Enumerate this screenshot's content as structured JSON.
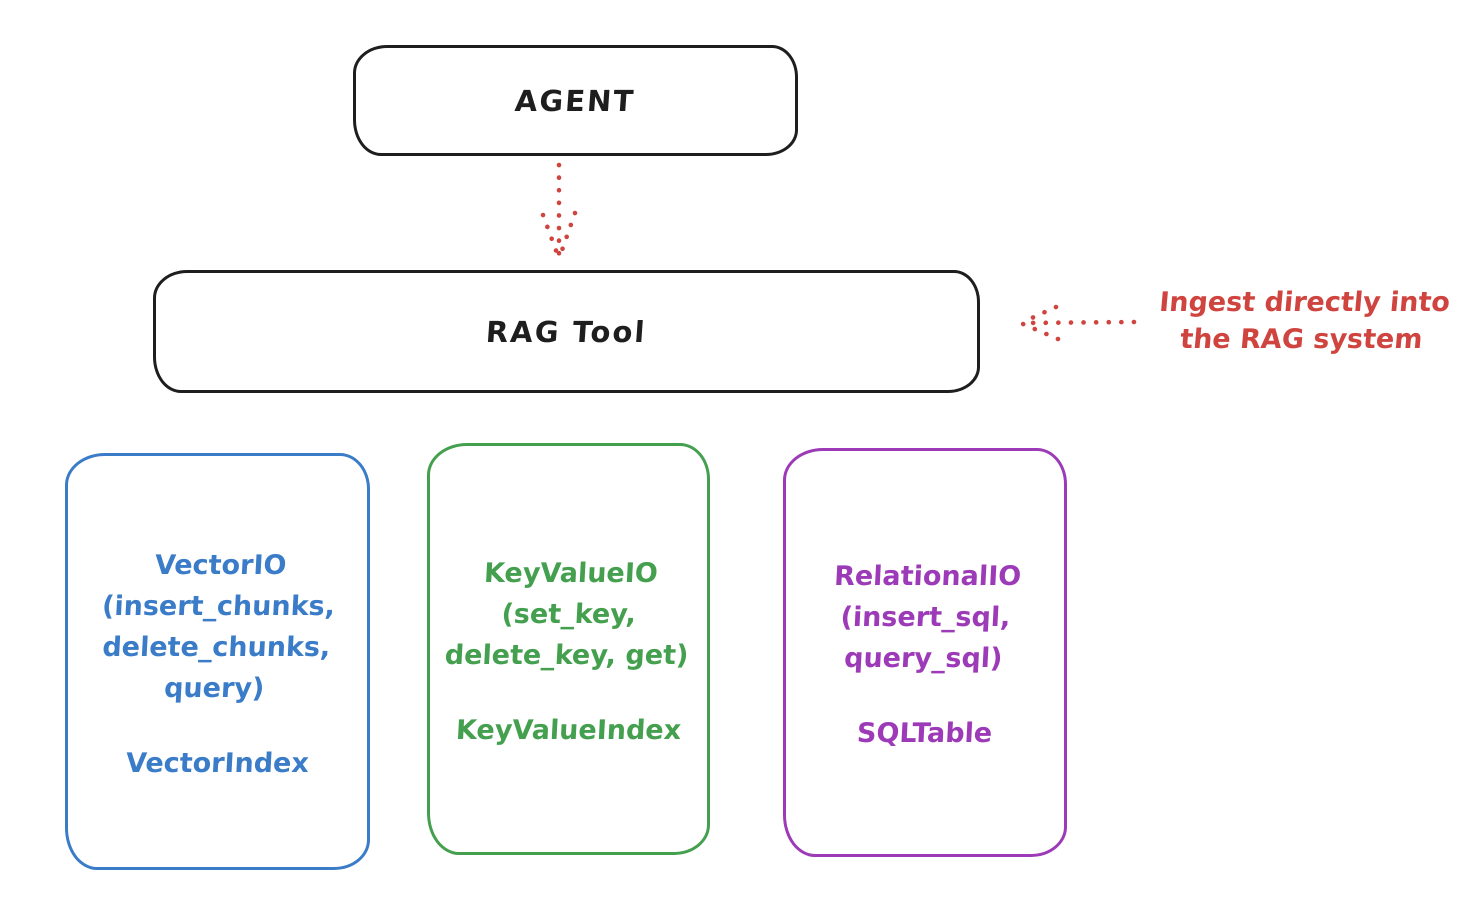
{
  "diagram": {
    "agent": {
      "label": "AGENT"
    },
    "rag_tool": {
      "label": "RAG Tool"
    },
    "annotation": {
      "text": "Ingest directly into\nthe RAG system",
      "color": "#d0443f"
    },
    "arrows": [
      {
        "id": "agent-to-rag-tool",
        "style": "dotted",
        "direction": "down",
        "color": "#d0443f"
      },
      {
        "id": "annotation-to-rag-tool",
        "style": "dotted",
        "direction": "left",
        "color": "#d0443f"
      }
    ],
    "providers": [
      {
        "id": "vector-io",
        "methods": "VectorIO\n(insert_chunks,\ndelete_chunks,\nquery)",
        "index": "VectorIndex",
        "color": "#3b7cc9"
      },
      {
        "id": "keyvalue-io",
        "methods": "KeyValueIO\n(set_key,\ndelete_key, get)",
        "index": "KeyValueIndex",
        "color": "#44a04f"
      },
      {
        "id": "relational-io",
        "methods": "RelationalIO\n(insert_sql,\nquery_sql)",
        "index": "SQLTable",
        "color": "#9c3ab8"
      }
    ],
    "colors": {
      "outline_black": "#1e1e1e",
      "accent_red": "#d0443f",
      "background": "#ffffff"
    }
  }
}
